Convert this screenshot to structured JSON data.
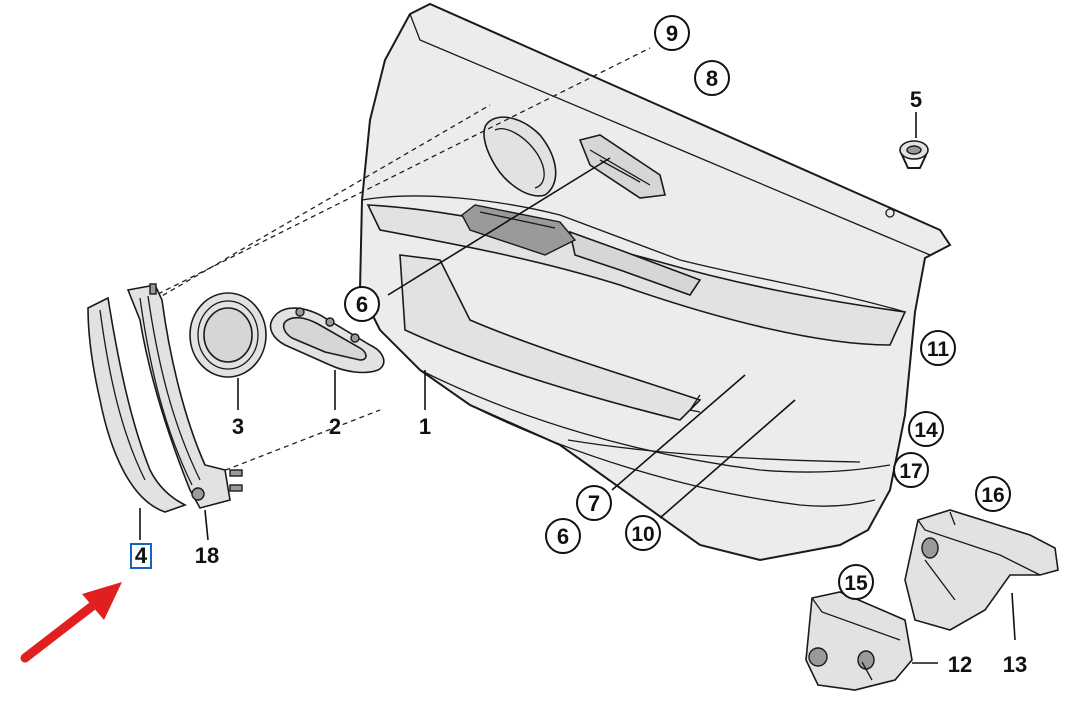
{
  "labels": {
    "p1": "1",
    "p2": "2",
    "p3": "3",
    "p4": "4",
    "p5": "5",
    "p6a": "6",
    "p6b": "6",
    "p7": "7",
    "p8": "8",
    "p9": "9",
    "p10": "10",
    "p11": "11",
    "p12": "12",
    "p13": "13",
    "p14": "14",
    "p15": "15",
    "p16": "16",
    "p17": "17",
    "p18": "18"
  },
  "highlight": {
    "part": "4",
    "box_color": "#1565c0",
    "arrow_color": "#e02020"
  }
}
